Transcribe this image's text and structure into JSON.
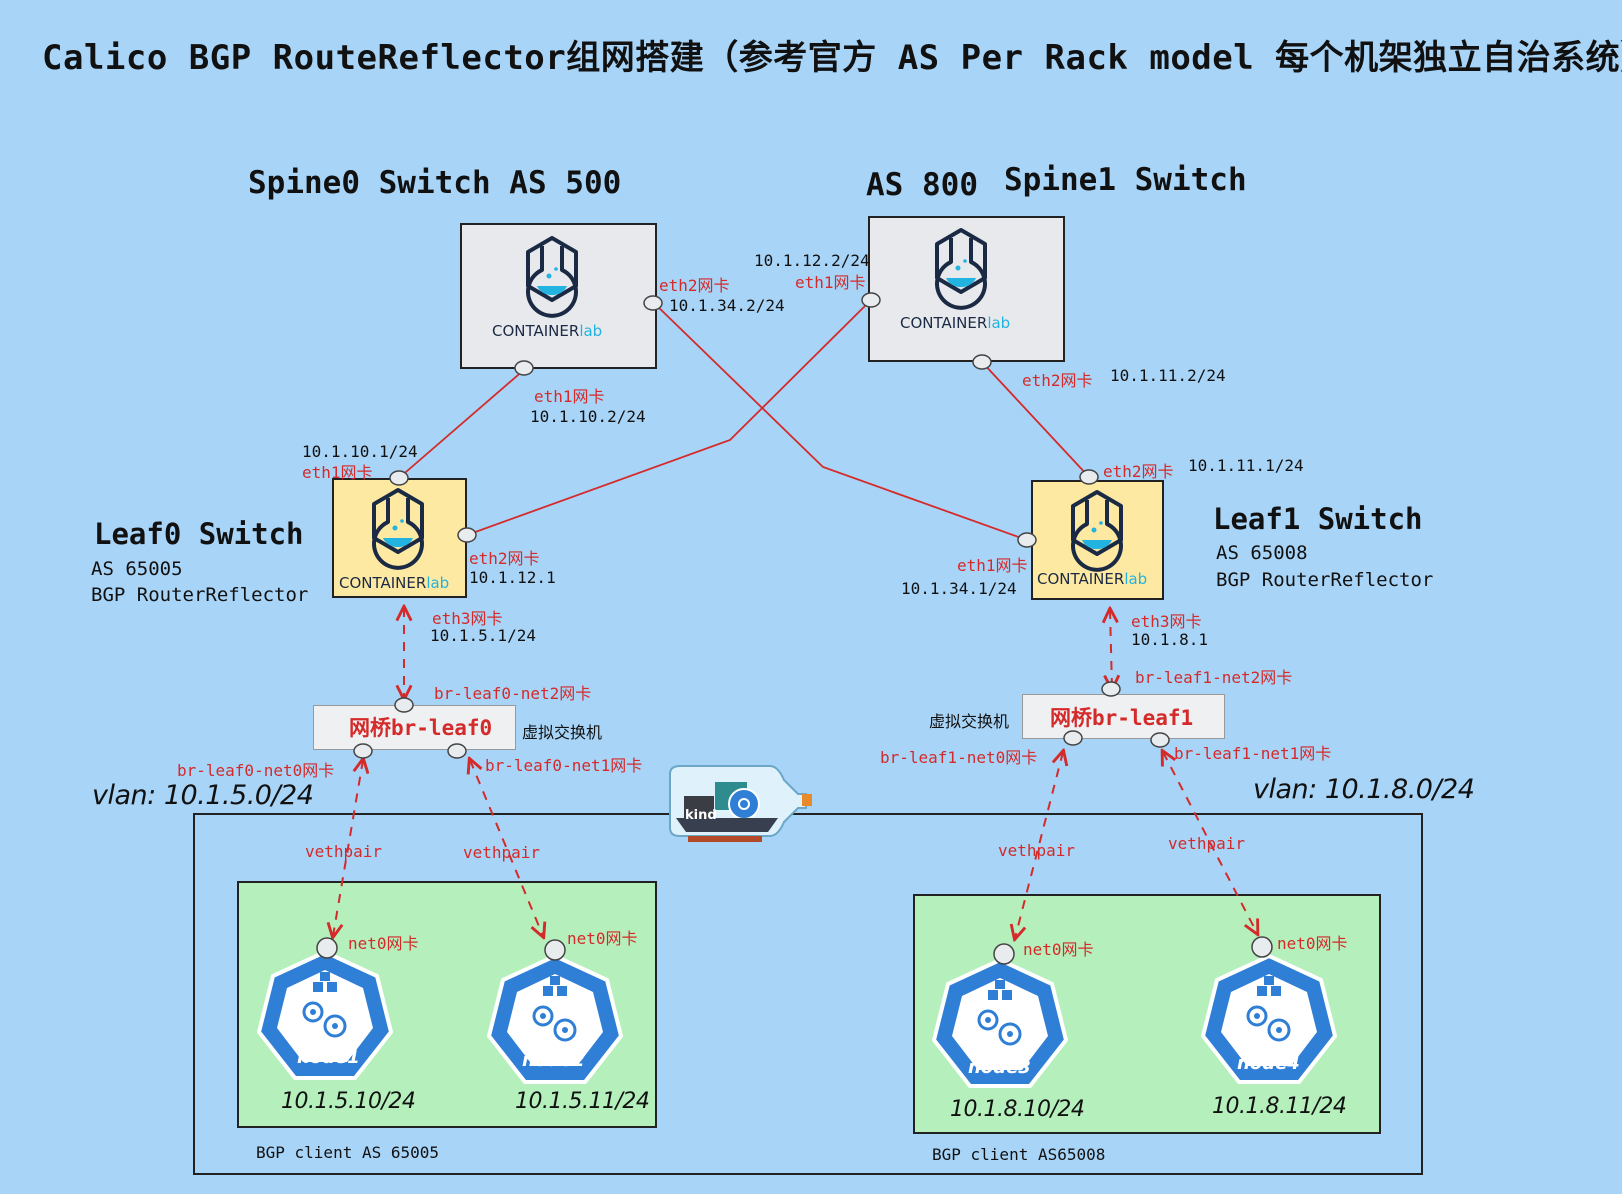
{
  "title": "Calico BGP RouteReflector组网搭建（参考官方 AS Per Rack model 每个机架独立自治系统）",
  "spine0": {
    "heading": "Spine0 Switch  AS 500",
    "brand_main": "CONTAINER",
    "brand_accent": "lab"
  },
  "spine1": {
    "heading_as": "AS 800",
    "heading_name": "Spine1 Switch",
    "brand_main": "CONTAINER",
    "brand_accent": "lab"
  },
  "leaf0": {
    "heading": "Leaf0 Switch",
    "as": "AS 65005",
    "role": "BGP RouterReflector",
    "brand_main": "CONTAINER",
    "brand_accent": "lab"
  },
  "leaf1": {
    "heading": "Leaf1 Switch",
    "as": "AS 65008",
    "role": "BGP RouterReflector",
    "brand_main": "CONTAINER",
    "brand_accent": "lab"
  },
  "ports": {
    "spine0_eth2": "eth2网卡",
    "spine0_eth2_ip": "10.1.34.2/24",
    "spine0_eth1": "eth1网卡",
    "spine0_eth1_ip": "10.1.10.2/24",
    "spine1_eth1_ip": "10.1.12.2/24",
    "spine1_eth1": "eth1网卡",
    "spine1_eth2": "eth2网卡",
    "spine1_eth2_ip": "10.1.11.2/24",
    "leaf0_eth1_ip": "10.1.10.1/24",
    "leaf0_eth1": "eth1网卡",
    "leaf0_eth2": "eth2网卡",
    "leaf0_eth2_ip": "10.1.12.1",
    "leaf0_eth3": "eth3网卡",
    "leaf0_eth3_ip": "10.1.5.1/24",
    "leaf1_eth2": "eth2网卡",
    "leaf1_eth2_ip": "10.1.11.1/24",
    "leaf1_eth1": "eth1网卡",
    "leaf1_eth1_ip": "10.1.34.1/24",
    "leaf1_eth3": "eth3网卡",
    "leaf1_eth3_ip": "10.1.8.1"
  },
  "bridges": {
    "leaf0": {
      "label": "网桥br-leaf0",
      "vswitch": "虚拟交换机",
      "net2": "br-leaf0-net2网卡",
      "net0": "br-leaf0-net0网卡",
      "net1": "br-leaf0-net1网卡"
    },
    "leaf1": {
      "label": "网桥br-leaf1",
      "vswitch": "虚拟交换机",
      "net2": "br-leaf1-net2网卡",
      "net0": "br-leaf1-net0网卡",
      "net1": "br-leaf1-net1网卡"
    }
  },
  "vlans": {
    "left": "vlan: 10.1.5.0/24",
    "right": "vlan: 10.1.8.0/24"
  },
  "kind_label": "kind",
  "vethpair": "vethpair",
  "nodes": [
    {
      "name": "node1",
      "port": "net0网卡",
      "ip": "10.1.5.10/24"
    },
    {
      "name": "node2",
      "port": "net0网卡",
      "ip": "10.1.5.11/24"
    },
    {
      "name": "node3",
      "port": "net0网卡",
      "ip": "10.1.8.10/24"
    },
    {
      "name": "node4",
      "port": "net0网卡",
      "ip": "10.1.8.11/24"
    }
  ],
  "bgp_clients": {
    "left": "BGP client AS 65005",
    "right": "BGP client AS65008"
  },
  "colors": {
    "background": "#a8d4f7",
    "link": "#d42a2a",
    "leaf_fill": "#fde9a1",
    "spine_fill": "#e7e9ec",
    "zone_fill": "#b5f0bc",
    "k8s_blue": "#2f7fd6"
  }
}
